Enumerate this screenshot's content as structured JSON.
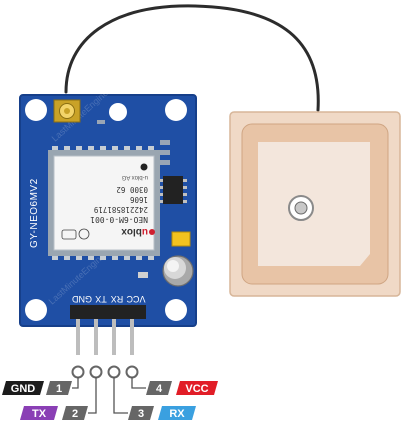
{
  "board": {
    "name_vertical": "GY-NEO6MV2",
    "watermark": "LastMinuteEngineers.com",
    "pin_header_labels": [
      "GND",
      "TX",
      "RX",
      "VCC"
    ],
    "colors": {
      "pcb": "#1f4fa5",
      "pcb_edge": "#163f8a",
      "silk": "#ffffff",
      "mount_hole": "#ffffff",
      "gold": "#e8b923"
    }
  },
  "module": {
    "brand": "blox",
    "brand_prefix": "u",
    "model": "NEO-6M-0-001",
    "serial": "242218581719",
    "code1": "1606",
    "code2": "0300 62",
    "small": "u-blox AG"
  },
  "antenna": {
    "colors": {
      "body": "#f0d9c6",
      "border": "#cfa583",
      "patch": "#f3e6dc",
      "center": "#c8c8c8"
    }
  },
  "pins": [
    {
      "number": "1",
      "label": "GND",
      "color": "#1c1c1c"
    },
    {
      "number": "2",
      "label": "TX",
      "color": "#8a3fb5"
    },
    {
      "number": "3",
      "label": "RX",
      "color": "#3aa0e0"
    },
    {
      "number": "4",
      "label": "VCC",
      "color": "#e11d27"
    }
  ],
  "colors": {
    "number_box": "#666666",
    "leader": "#555555",
    "cable": "#2c2c2c"
  }
}
